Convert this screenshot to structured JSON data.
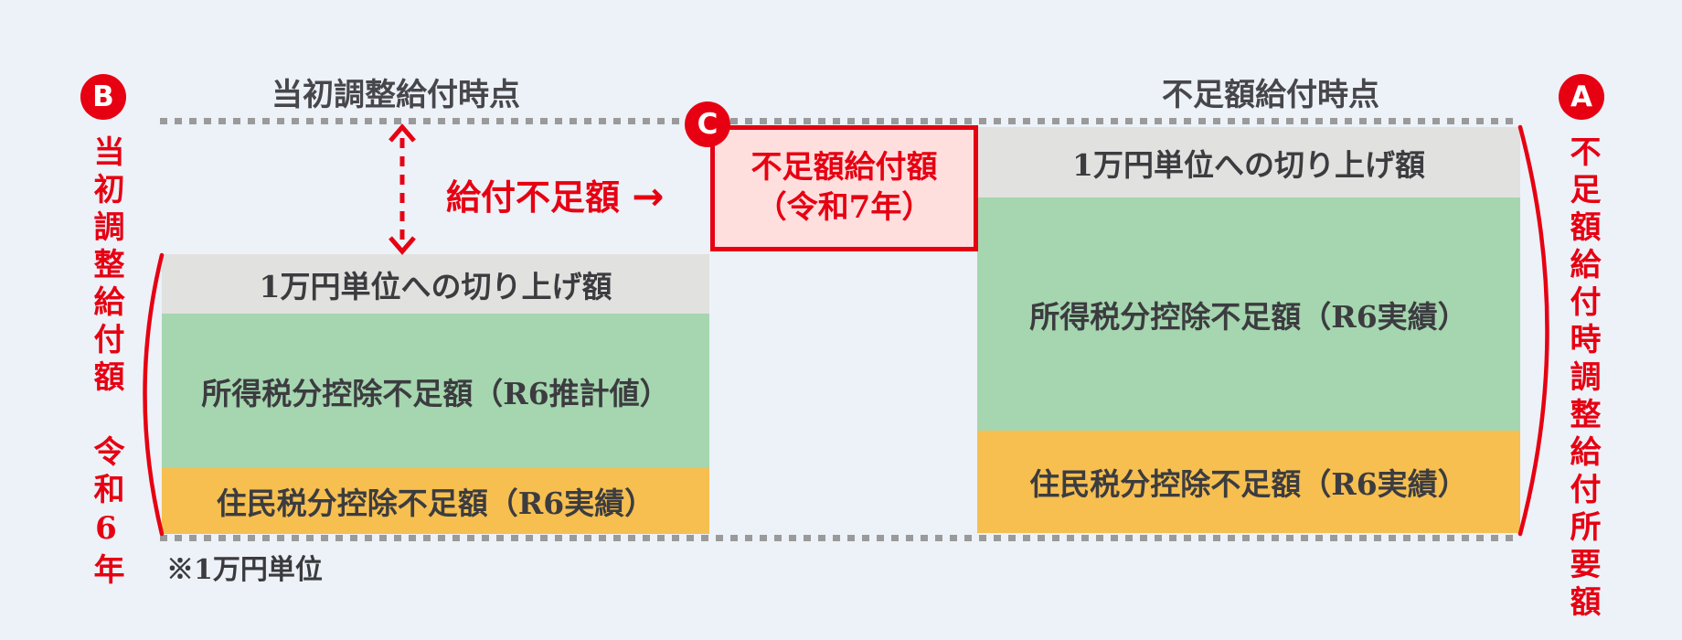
{
  "colors": {
    "background": "#edf1f8",
    "accent_red": "#e60012",
    "pink_fill": "#ffdede",
    "gray_fill": "#e1e1df",
    "green_fill": "#a5d6af",
    "orange_fill": "#f6bf50",
    "text_dark": "#3c3c40",
    "dotted_gray": "#9a9a9a"
  },
  "left_panel": {
    "badge": "B",
    "vertical_label": "当初調整給付額　令和6年",
    "header": "当初調整給付時点",
    "stack": [
      {
        "label": "1万円単位への切り上げ額",
        "fill": "gray"
      },
      {
        "label": "所得税分控除不足額（R6推計値）",
        "fill": "green"
      },
      {
        "label": "住民税分控除不足額（R6実績）",
        "fill": "orange"
      }
    ],
    "note": "※1万円単位"
  },
  "right_panel": {
    "badge": "A",
    "vertical_label": "不足額給付時調整給付所要額",
    "header": "不足額給付時点",
    "stack": [
      {
        "label": "1万円単位への切り上げ額",
        "fill": "gray"
      },
      {
        "label": "所得税分控除不足額（R6実績）",
        "fill": "green"
      },
      {
        "label": "住民税分控除不足額（R6実績）",
        "fill": "orange"
      }
    ]
  },
  "center": {
    "badge": "C",
    "gap_caption": "給付不足額",
    "arrow_icon": "→",
    "box_line1": "不足額給付額",
    "box_line2": "（令和7年）"
  }
}
